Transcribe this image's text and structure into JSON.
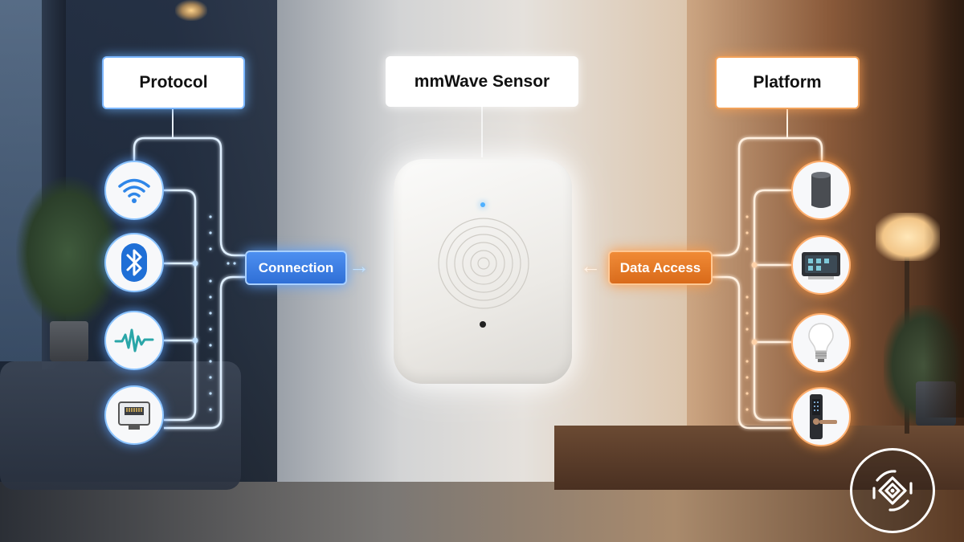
{
  "labels": {
    "protocol": "Protocol",
    "sensor": "mmWave Sensor",
    "platform": "Platform"
  },
  "connectors": {
    "connection": "Connection",
    "data_access": "Data Access"
  },
  "protocol_icons": [
    "wifi-icon",
    "bluetooth-icon",
    "zigbee-wave-icon",
    "ethernet-port-icon"
  ],
  "platform_icons": [
    "smart-speaker-icon",
    "smart-display-icon",
    "smart-bulb-icon",
    "smart-lock-icon"
  ],
  "colors": {
    "protocol_accent": "#4d8ff0",
    "platform_accent": "#f08a35",
    "sensor_led": "#4fb0ff"
  }
}
